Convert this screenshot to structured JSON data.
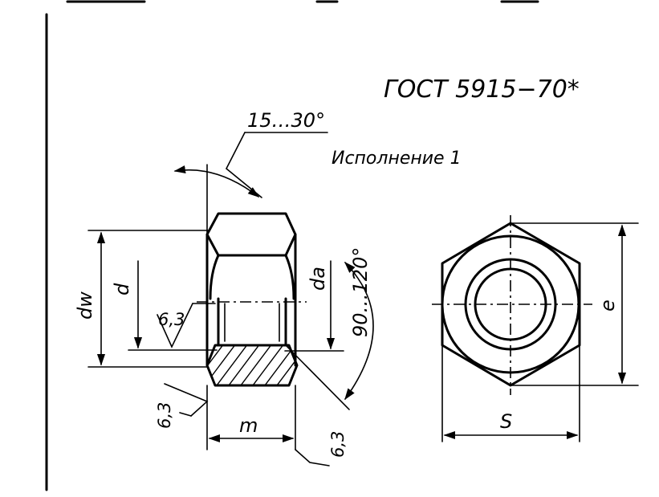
{
  "title": "ГОСТ 5915−70*",
  "variant": "Исполнение 1",
  "side_view": {
    "chamfer_angle": "15…30°",
    "countersink_angle": "90…120°",
    "dim_dw": "dw",
    "dim_d": "d",
    "dim_da": "da",
    "dim_m": "m",
    "roughness_thread": "6,3",
    "roughness_left": "6,3",
    "roughness_right": "6,3"
  },
  "top_view": {
    "dim_s": "S",
    "dim_e": "e"
  }
}
